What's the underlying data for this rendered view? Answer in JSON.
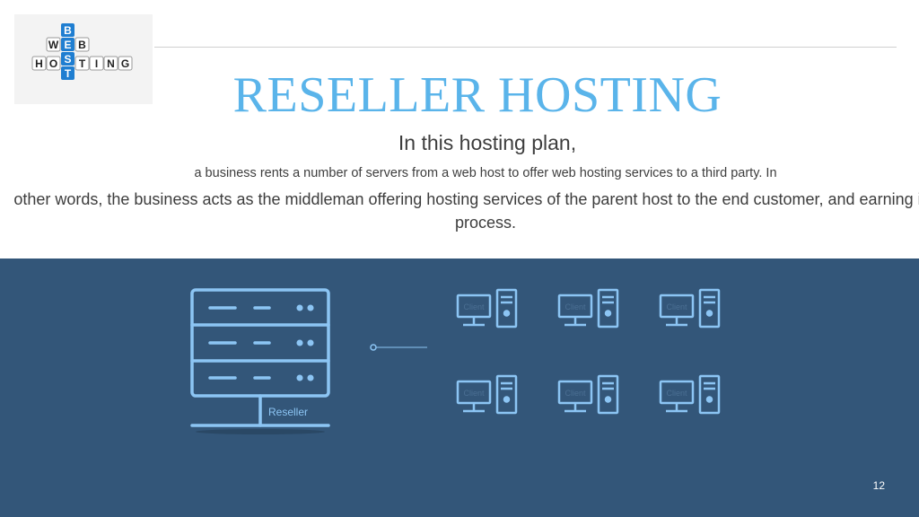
{
  "logo": {
    "word_best": "BEST",
    "word_web": "WEB",
    "word_hosting": "HOSTING",
    "accent_color": "#1f7ed1"
  },
  "slide": {
    "title": "RESELLER HOSTING",
    "subtitle": "In this hosting plan,",
    "description_line1": "a business rents a number of servers from a web host to offer web hosting services to a third party. In",
    "description_line2": "other words, the business acts as the middleman offering hosting services of the parent host to the end customer, and earning in the process.",
    "page_number": "12"
  },
  "diagram": {
    "server_label": "Reseller",
    "client_label": "Client",
    "client_count": 6,
    "colors": {
      "background": "#335679",
      "line": "#8cc5f4",
      "title": "#5ab4ea"
    }
  }
}
